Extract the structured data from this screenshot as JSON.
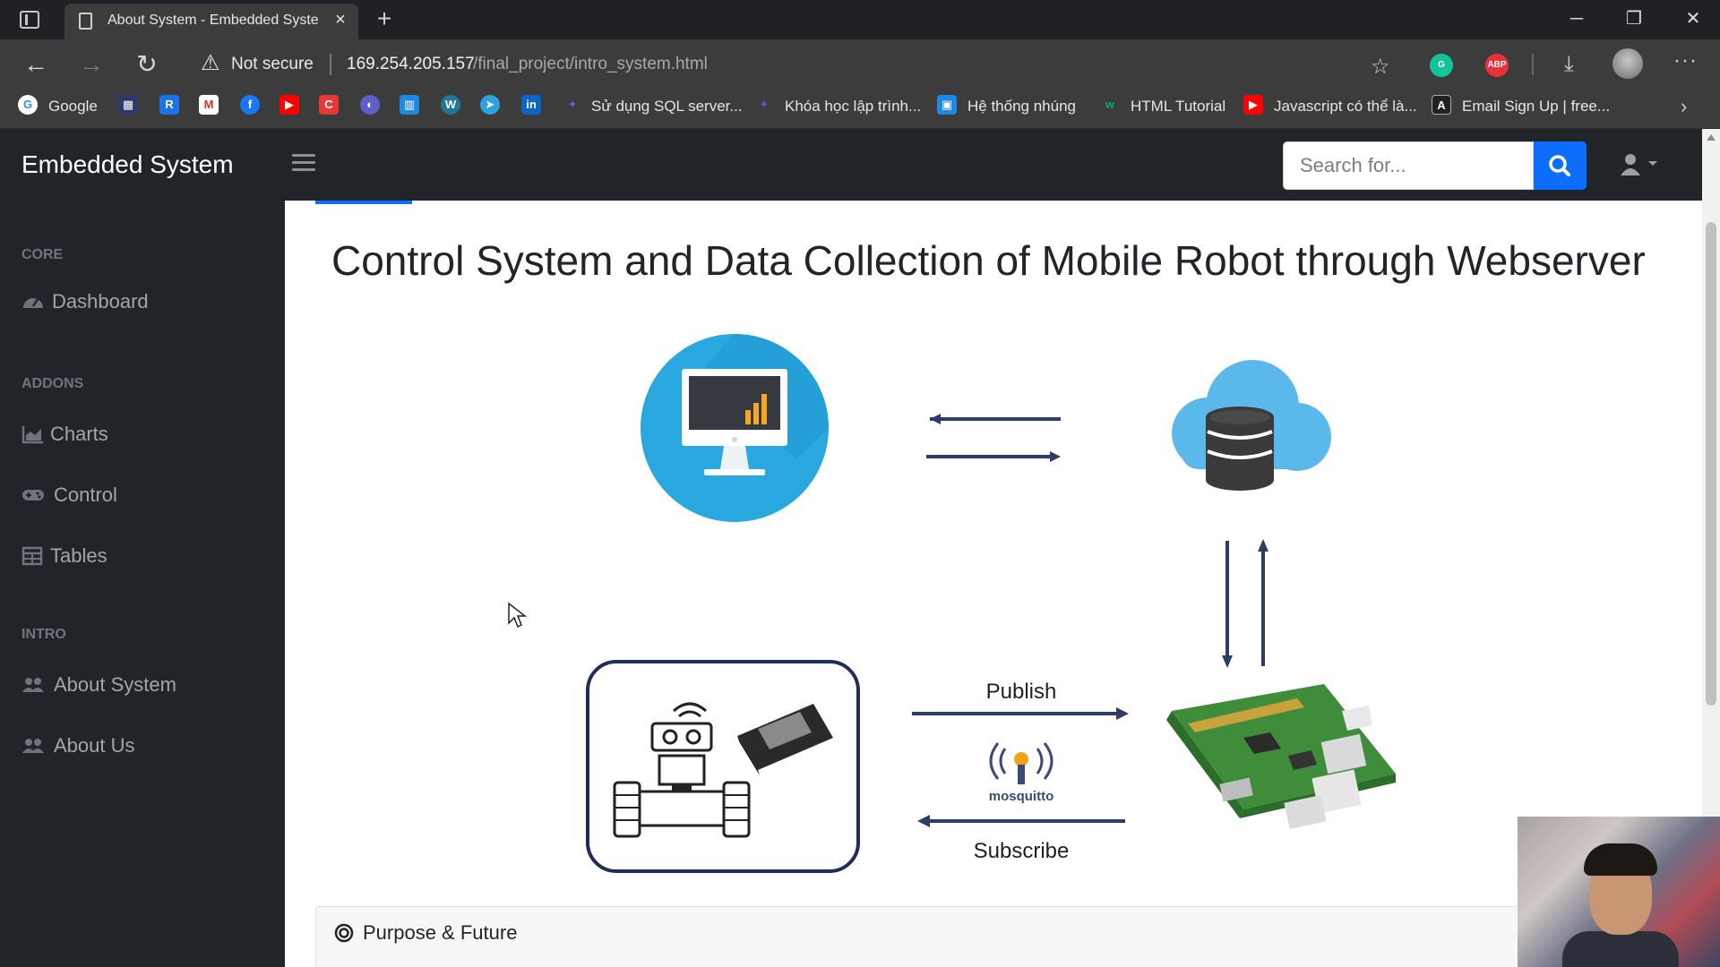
{
  "browser": {
    "tab_title": "About System - Embedded Syste",
    "tab_close": "×",
    "new_tab": "+",
    "security_label": "Not secure",
    "url_host": "169.254.205.157",
    "url_path": "/final_project/intro_system.html",
    "extensions": [
      {
        "name": "grammarly",
        "text": "G",
        "color": "#15c39a"
      },
      {
        "name": "adblock-plus",
        "text": "ABP",
        "color": "#e8313b"
      }
    ],
    "bookmarks": [
      "Google",
      "Sử dụng SQL server...",
      "Khóa học lập trình...",
      "Hệ thống nhúng",
      "HTML Tutorial",
      "Javascript có thể là...",
      "Email Sign Up | free..."
    ]
  },
  "app": {
    "brand": "Embedded System",
    "search": {
      "placeholder": "Search for..."
    },
    "sidebar": {
      "sections": [
        {
          "heading": "CORE",
          "items": [
            {
              "label": "Dashboard",
              "icon": "dashboard-icon"
            }
          ]
        },
        {
          "heading": "ADDONS",
          "items": [
            {
              "label": "Charts",
              "icon": "chart-area-icon"
            },
            {
              "label": "Control",
              "icon": "gamepad-icon"
            },
            {
              "label": "Tables",
              "icon": "table-icon"
            }
          ]
        },
        {
          "heading": "INTRO",
          "items": [
            {
              "label": "About System",
              "icon": "users-icon"
            },
            {
              "label": "About Us",
              "icon": "users-icon"
            }
          ]
        }
      ]
    }
  },
  "main": {
    "title": "Control System and Data Collection of Mobile Robot through Webserver",
    "diagram": {
      "publish_label": "Publish",
      "subscribe_label": "Subscribe",
      "broker_label": "mosquitto"
    },
    "card": {
      "title": "Purpose & Future",
      "icon": "bullseye-icon"
    }
  },
  "colors": {
    "navbar": "#212529",
    "accent": "#0d6efd",
    "arrow": "#2f3b68",
    "monitor_circle": "#29a8e0",
    "cloud": "#5bb8ea"
  }
}
